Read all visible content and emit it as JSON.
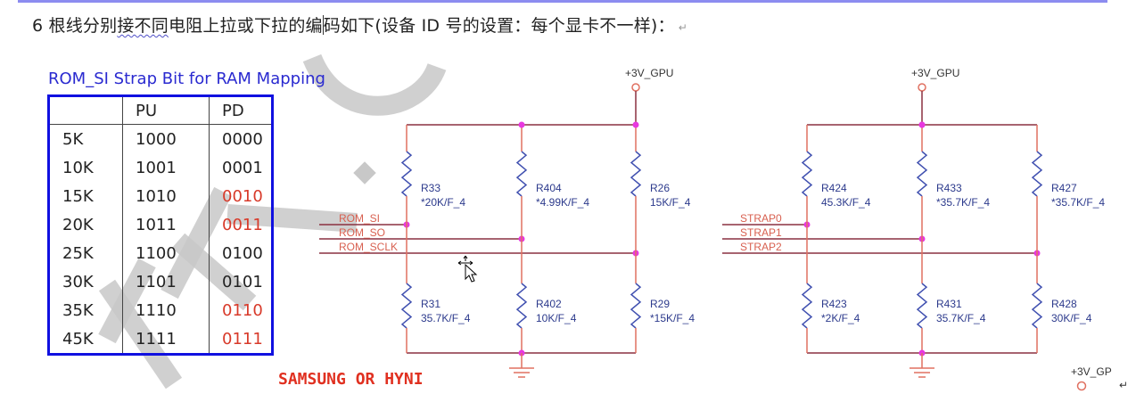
{
  "document": {
    "heading_prefix": "6 根线分别",
    "heading_squiggle": "接不同",
    "heading_mid": "电阻上拉或下拉的编",
    "heading_rest": "码如下(设备 ID 号的设置：每个显卡不一样)：",
    "paragraph_mark": "↵"
  },
  "table": {
    "title": "ROM_SI Strap Bit for RAM Mapping",
    "headers": [
      "",
      "PU",
      "PD"
    ],
    "rows": [
      {
        "res": "5K",
        "pu": "1000",
        "pd": "0000",
        "pd_highlight": false
      },
      {
        "res": "10K",
        "pu": "1001",
        "pd": "0001",
        "pd_highlight": false
      },
      {
        "res": "15K",
        "pu": "1010",
        "pd": "0010",
        "pd_highlight": true
      },
      {
        "res": "20K",
        "pu": "1011",
        "pd": "0011",
        "pd_highlight": true
      },
      {
        "res": "25K",
        "pu": "1100",
        "pd": "0100",
        "pd_highlight": false
      },
      {
        "res": "30K",
        "pu": "1101",
        "pd": "0101",
        "pd_highlight": false
      },
      {
        "res": "35K",
        "pu": "1110",
        "pd": "0110",
        "pd_highlight": true
      },
      {
        "res": "45K",
        "pu": "1111",
        "pd": "0111",
        "pd_highlight": true
      }
    ]
  },
  "note": "SAMSUNG OR HYNI",
  "schematics": [
    {
      "power": "+3V_GPU",
      "nets": [
        "ROM_SI",
        "ROM_SO",
        "ROM_SCLK"
      ],
      "pullups": [
        {
          "ref": "R33",
          "value": "*20K/F_4"
        },
        {
          "ref": "R404",
          "value": "*4.99K/F_4"
        },
        {
          "ref": "R26",
          "value": "15K/F_4"
        }
      ],
      "pulldowns": [
        {
          "ref": "R31",
          "value": "35.7K/F_4"
        },
        {
          "ref": "R402",
          "value": "10K/F_4"
        },
        {
          "ref": "R29",
          "value": "*15K/F_4"
        }
      ]
    },
    {
      "power": "+3V_GPU",
      "nets": [
        "STRAP0",
        "STRAP1",
        "STRAP2"
      ],
      "pullups": [
        {
          "ref": "R424",
          "value": "45.3K/F_4"
        },
        {
          "ref": "R433",
          "value": "*35.7K/F_4"
        },
        {
          "ref": "R427",
          "value": "*35.7K/F_4"
        }
      ],
      "pulldowns": [
        {
          "ref": "R423",
          "value": "*2K/F_4"
        },
        {
          "ref": "R431",
          "value": "35.7K/F_4"
        },
        {
          "ref": "R428",
          "value": "30K/F_4"
        }
      ]
    }
  ],
  "extra_power_label": "+3V_GP",
  "colors": {
    "table_border": "#1010e0",
    "table_title": "#2a2ad0",
    "highlight_red": "#d83a2a",
    "net_label": "#d86050",
    "junction": "#e838e0",
    "resistor": "#4050b0"
  }
}
